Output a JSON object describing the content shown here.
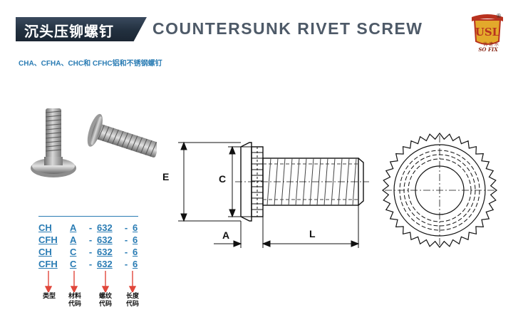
{
  "header": {
    "title_cn": "沉头压铆螺钉",
    "title_en": "COUNTERSUNK RIVET SCREW",
    "subtitle": "CHA、CFHA、CHC和 CFHC铝和不锈钢螺钉"
  },
  "logo": {
    "letters": "USL",
    "registered": "®",
    "tagline": "优 速 乐",
    "brand": "SO FIX"
  },
  "dimensions": {
    "E": "E",
    "C": "C",
    "A": "A",
    "L": "L"
  },
  "part_numbers": {
    "rows": [
      {
        "type": "CH",
        "material": "A",
        "thread": "632",
        "length": "6"
      },
      {
        "type": "CFH",
        "material": "A",
        "thread": "632",
        "length": "6"
      },
      {
        "type": "CH",
        "material": "C",
        "thread": "632",
        "length": "6"
      },
      {
        "type": "CFH",
        "material": "C",
        "thread": "632",
        "length": "6"
      }
    ],
    "separator": "-",
    "legend": {
      "type": "类型",
      "material": "材料\n代码",
      "thread": "螺纹\n代码",
      "length": "长度\n代码"
    }
  },
  "colors": {
    "accent_blue": "#2a7cb4",
    "arrow_red": "#e0463a",
    "banner_dark": "#22303f",
    "logo_red": "#b8321f",
    "logo_gold": "#e3a92b"
  }
}
